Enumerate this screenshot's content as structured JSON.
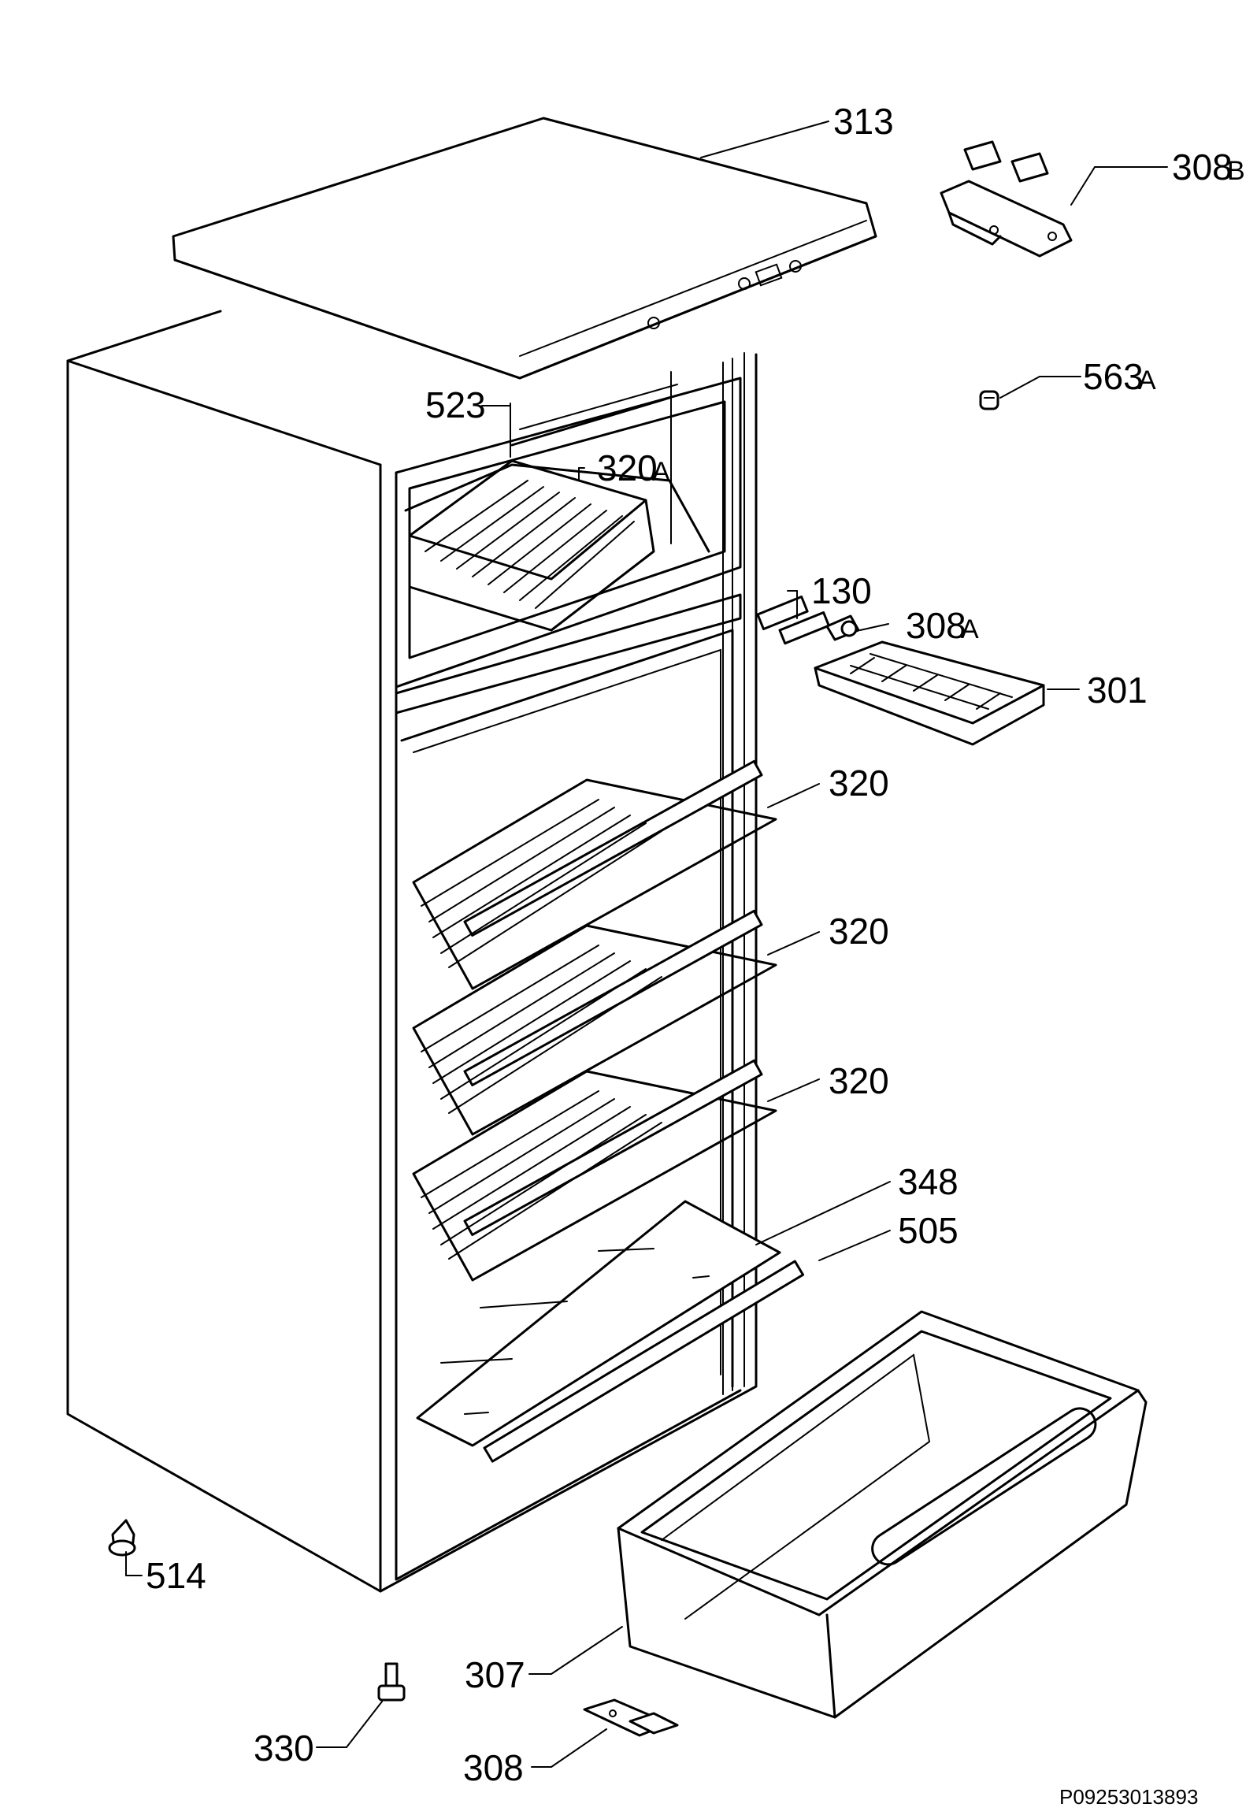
{
  "labels": {
    "l313": "313",
    "l308b": "308",
    "l308b_suffix": "B",
    "l563a": "563",
    "l563a_suffix": "A",
    "l523": "523",
    "l320a": "320",
    "l320a_suffix": "A",
    "l130": "130",
    "l308a": "308",
    "l308a_suffix": "A",
    "l301": "301",
    "l320_1": "320",
    "l320_2": "320",
    "l320_3": "320",
    "l348": "348",
    "l505": "505",
    "l514": "514",
    "l307": "307",
    "l330": "330",
    "l308": "308"
  },
  "drawing_code": "P09253013893"
}
